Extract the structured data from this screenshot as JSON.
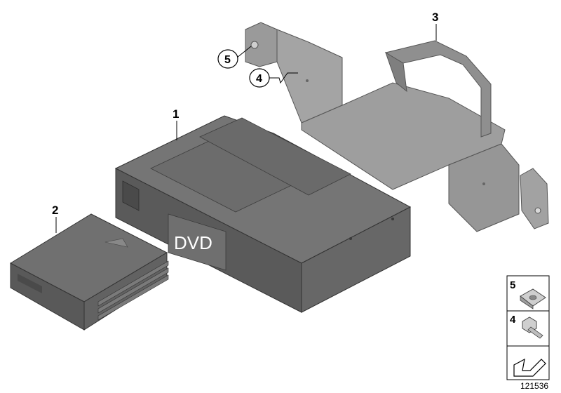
{
  "callouts": {
    "c1": "1",
    "c2": "2",
    "c3": "3",
    "c4": "4",
    "c5": "5"
  },
  "device_label": "DVD",
  "legend": {
    "item5": "5",
    "item4": "4"
  },
  "diagram_number": "121536",
  "colors": {
    "part_body": "#6e6e6e",
    "part_dark": "#4a4a4a",
    "part_light": "#8e8e8e",
    "bracket": "#9a9a9a",
    "bracket_dark": "#7a7a7a"
  }
}
